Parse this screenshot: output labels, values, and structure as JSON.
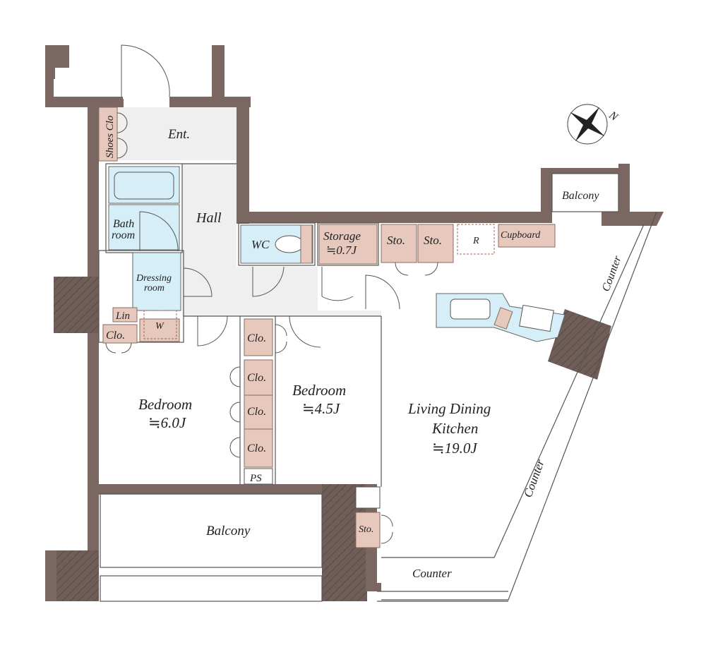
{
  "rooms": {
    "entrance": "Ent.",
    "shoes_closet": "Shoes Clo",
    "hall": "Hall",
    "bathroom_line1": "Bath",
    "bathroom_line2": "room",
    "dressing_line1": "Dressing",
    "dressing_line2": "room",
    "linen": "Lin",
    "washer": "W",
    "closet_small": "Clo.",
    "wc": "WC",
    "storage_name": "Storage",
    "storage_size": "≒0.7J",
    "sto1": "Sto.",
    "sto2": "Sto.",
    "fridge": "R",
    "cupboard": "Cupboard",
    "balcony_small": "Balcony",
    "counter_right_top": "Counter",
    "counter_right": "Counter",
    "counter_bottom": "Counter",
    "bedroom1_name": "Bedroom",
    "bedroom1_size": "≒6.0J",
    "bedroom2_name": "Bedroom",
    "bedroom2_size": "≒4.5J",
    "clo_b2": "Clo.",
    "clo_1": "Clo.",
    "clo_2": "Clo.",
    "clo_3": "Clo.",
    "ps": "PS",
    "ldk_line1": "Living Dining",
    "ldk_line2": "Kitchen",
    "ldk_size": "≒19.0J",
    "sto_ldk": "Sto.",
    "balcony_main": "Balcony"
  },
  "compass": {
    "north": "N"
  },
  "colors": {
    "wall": "#7a6762",
    "closet": "#e6c8bd",
    "wet": "#d6eef7",
    "floor": "#efefef"
  }
}
